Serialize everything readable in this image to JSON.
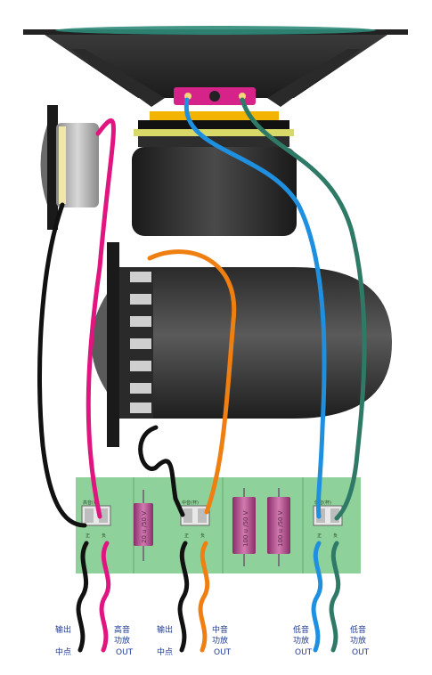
{
  "boards": [
    {
      "id": "tweeter",
      "board_label": "高音(杯)",
      "terminals": [
        "正",
        "负"
      ]
    },
    {
      "id": "mid",
      "board_label": "中音(杯)",
      "terminals": [
        "正",
        "负"
      ]
    },
    {
      "id": "woofer",
      "board_label": "低音(杯)",
      "terminals": [
        "正",
        "负"
      ]
    }
  ],
  "capacitors": [
    "20 u /50 V",
    "100 u /50 V",
    "100 u /50 V"
  ],
  "labels": [
    {
      "top": "输出",
      "bottom": "中点"
    },
    {
      "top": "高音",
      "middle": "功放",
      "bottom": "OUT"
    },
    {
      "top": "输出",
      "bottom": "中点"
    },
    {
      "top": "中音",
      "middle": "功放",
      "bottom": "OUT"
    },
    {
      "top": "低音",
      "middle": "功放",
      "bottom": "OUT"
    },
    {
      "top": "低音",
      "middle": "功放",
      "bottom": "OUT"
    }
  ],
  "colors": {
    "wire_black": "#111111",
    "wire_pink": "#e0157f",
    "wire_orange": "#f07f12",
    "wire_blue": "#1f8fe0",
    "wire_teal": "#2f7a66",
    "board": "#8fd19a",
    "capacitor": "#b04a88",
    "label_text": "#1f3a93"
  }
}
